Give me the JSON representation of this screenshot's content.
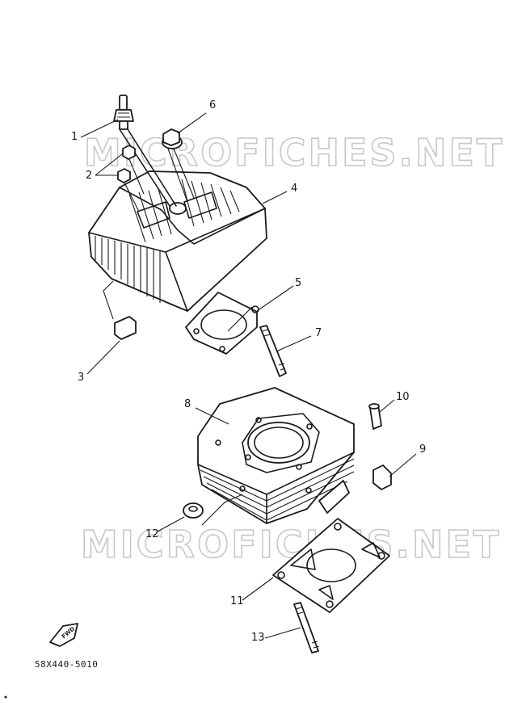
{
  "watermark": "MICROFICHES.NET",
  "diagram_code": "58X440-5010",
  "front_marker_label": "FWD",
  "callouts": [
    "1",
    "2",
    "3",
    "4",
    "5",
    "6",
    "7",
    "8",
    "9",
    "10",
    "11",
    "12",
    "13"
  ]
}
